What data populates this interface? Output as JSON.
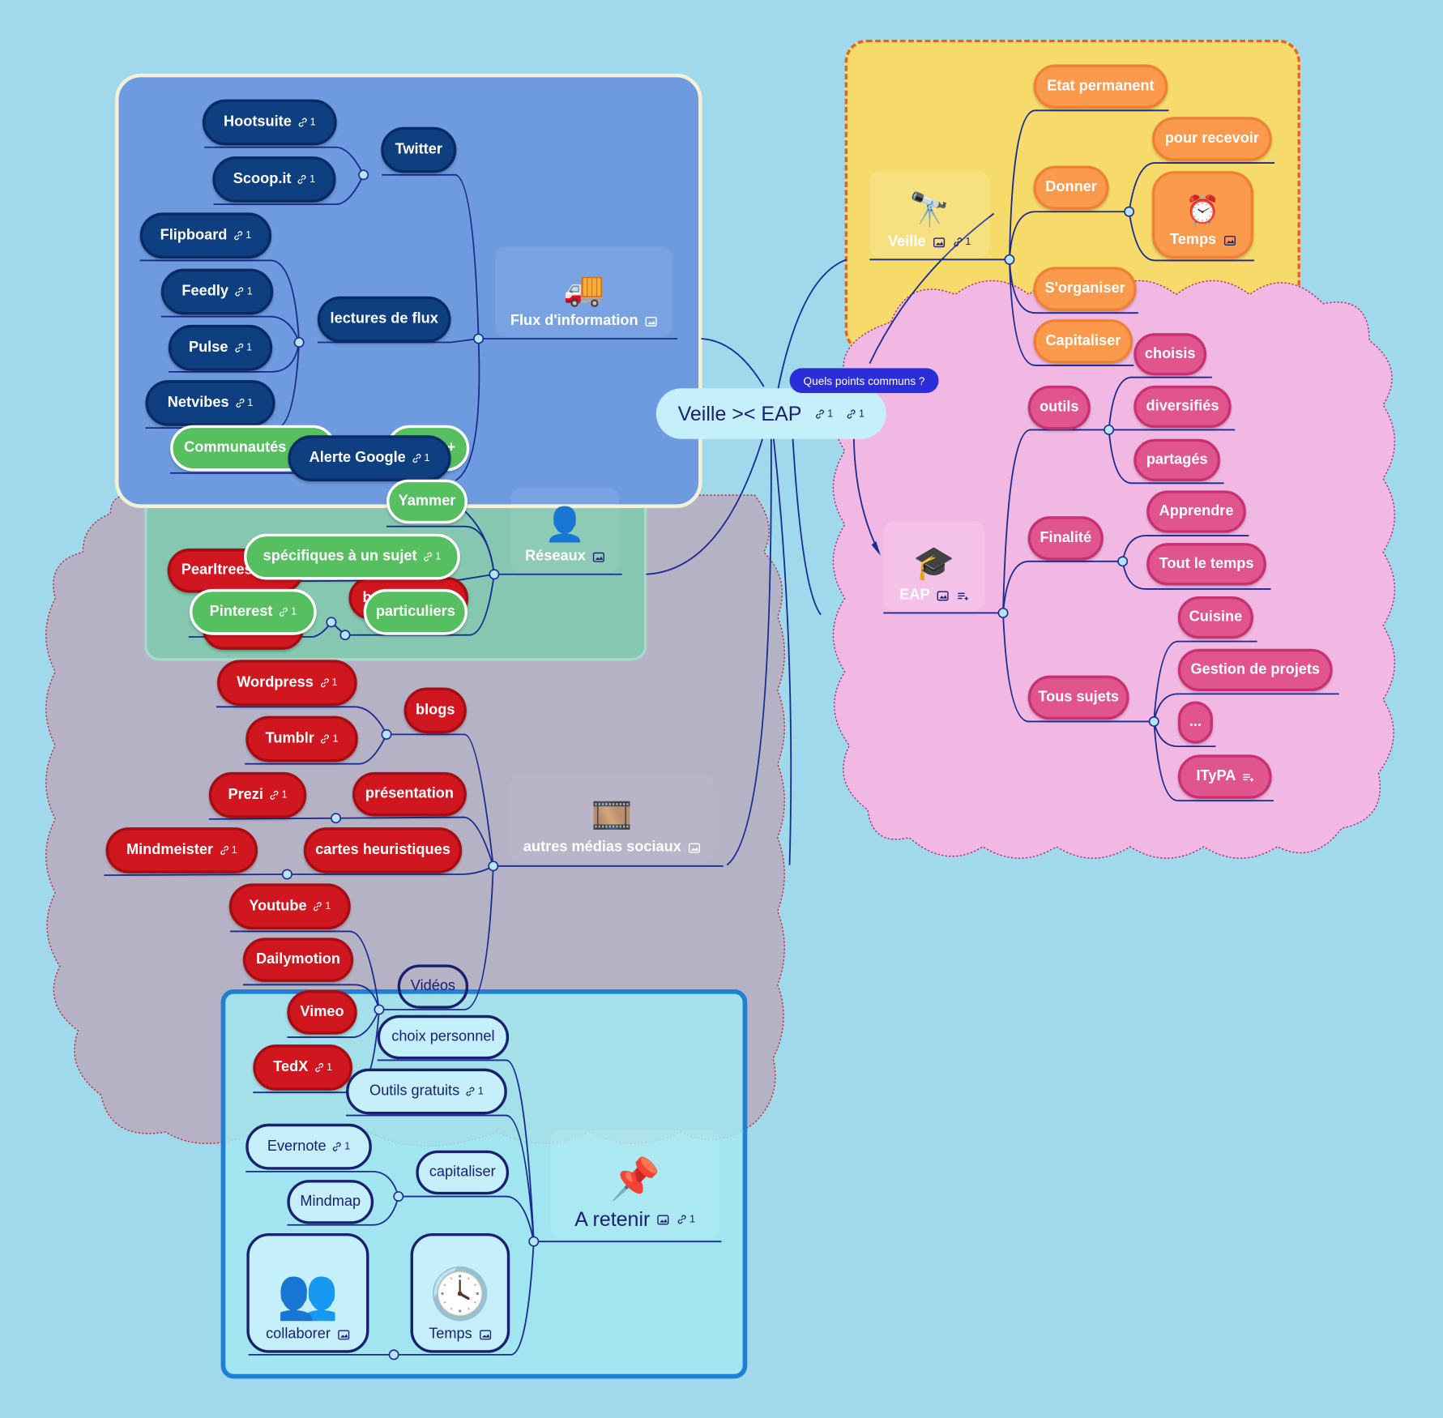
{
  "root": {
    "label": "Veille  >< EAP",
    "link_count_1": "1",
    "link_count_2": "1"
  },
  "callout": "Quels points communs ?",
  "flux": {
    "title": "Flux d'information",
    "twitter": "Twitter",
    "hootsuite": "Hootsuite",
    "scoopit": "Scoop.it",
    "lectures": "lectures de flux",
    "flipboard": "Flipboard",
    "feedly": "Feedly",
    "pulse": "Pulse",
    "netvibes": "Netvibes",
    "alerte": "Alerte Google",
    "count": "1"
  },
  "reseaux": {
    "title": "Réseaux",
    "communautes": "Communautés",
    "yammer": "Yammer",
    "specifiques": "spécifiques à un sujet",
    "pearltrees": "Pearltrees",
    "pinterest": "Pinterest",
    "particuliers": "particuliers",
    "hidden_b": "b",
    "hidden_plus": "+"
  },
  "medias": {
    "title": "autres médias sociaux",
    "wordpress": "Wordpress",
    "tumblr": "Tumblr",
    "blogs": "blogs",
    "prezi": "Prezi",
    "presentation": "présentation",
    "mindmeister": "Mindmeister",
    "cartes": "cartes heuristiques",
    "youtube": "Youtube",
    "dailymotion": "Dailymotion",
    "videos": "Vidéos",
    "vimeo": "Vimeo",
    "tedx": "TedX"
  },
  "retenir": {
    "title": "A retenir",
    "choix": "choix personnel",
    "outils_gratuits": "Outils gratuits",
    "evernote": "Evernote",
    "capitaliser": "capitaliser",
    "mindmap": "Mindmap",
    "collaborer": "collaborer",
    "temps": "Temps"
  },
  "veille": {
    "title": "Veille",
    "etat": "Etat permanent",
    "donner": "Donner",
    "pour_recevoir": "pour recevoir",
    "temps": "Temps",
    "organiser": "S'organiser",
    "capitaliser": "Capitaliser"
  },
  "eap": {
    "title": "EAP",
    "outils": "outils",
    "choisis": "choisis",
    "diversifies": "diversifiés",
    "partages": "partagés",
    "finalite": "Finalité",
    "apprendre": "Apprendre",
    "tout_temps": "Tout le temps",
    "tous_sujets": "Tous sujets",
    "cuisine": "Cuisine",
    "gestion": "Gestion de projets",
    "etc": "...",
    "itypa": "ITyPA"
  },
  "colors": {
    "background": "#a0d8ec",
    "line": "#1a2c90",
    "flux_box": "#6e9be0",
    "reseaux_box": "#85c7b0",
    "medias_cloud": "#b6b2c6",
    "retenir_box": "#a6e6ee",
    "veille_box": "#f6db6a",
    "eap_cloud": "#f2b8e4"
  }
}
